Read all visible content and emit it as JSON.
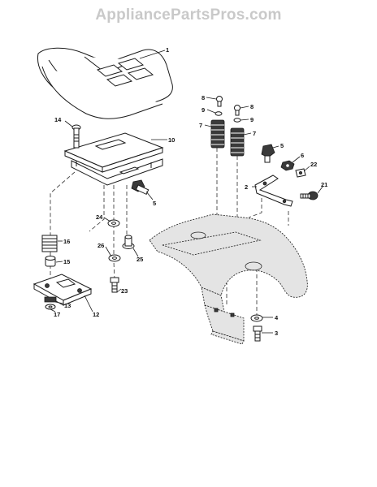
{
  "watermark": "AppliancePartsPros.com",
  "callouts": [
    {
      "id": "c-1-seat",
      "label": "1"
    },
    {
      "id": "c-14",
      "label": "14"
    },
    {
      "id": "c-10",
      "label": "10"
    },
    {
      "id": "c-8a",
      "label": "8"
    },
    {
      "id": "c-9a",
      "label": "9"
    },
    {
      "id": "c-7a",
      "label": "7"
    },
    {
      "id": "c-8b",
      "label": "8"
    },
    {
      "id": "c-9b",
      "label": "9"
    },
    {
      "id": "c-7b",
      "label": "7"
    },
    {
      "id": "c-5a",
      "label": "5"
    },
    {
      "id": "c-6",
      "label": "6"
    },
    {
      "id": "c-22",
      "label": "22"
    },
    {
      "id": "c-2",
      "label": "2"
    },
    {
      "id": "c-21",
      "label": "21"
    },
    {
      "id": "c-5b",
      "label": "5"
    },
    {
      "id": "c-24",
      "label": "24"
    },
    {
      "id": "c-16",
      "label": "16"
    },
    {
      "id": "c-26",
      "label": "26"
    },
    {
      "id": "c-25",
      "label": "25"
    },
    {
      "id": "c-15",
      "label": "15"
    },
    {
      "id": "c-23",
      "label": "23"
    },
    {
      "id": "c-13",
      "label": "13"
    },
    {
      "id": "c-17",
      "label": "17"
    },
    {
      "id": "c-12",
      "label": "12"
    },
    {
      "id": "c-4",
      "label": "4"
    },
    {
      "id": "c-3",
      "label": "3"
    }
  ]
}
